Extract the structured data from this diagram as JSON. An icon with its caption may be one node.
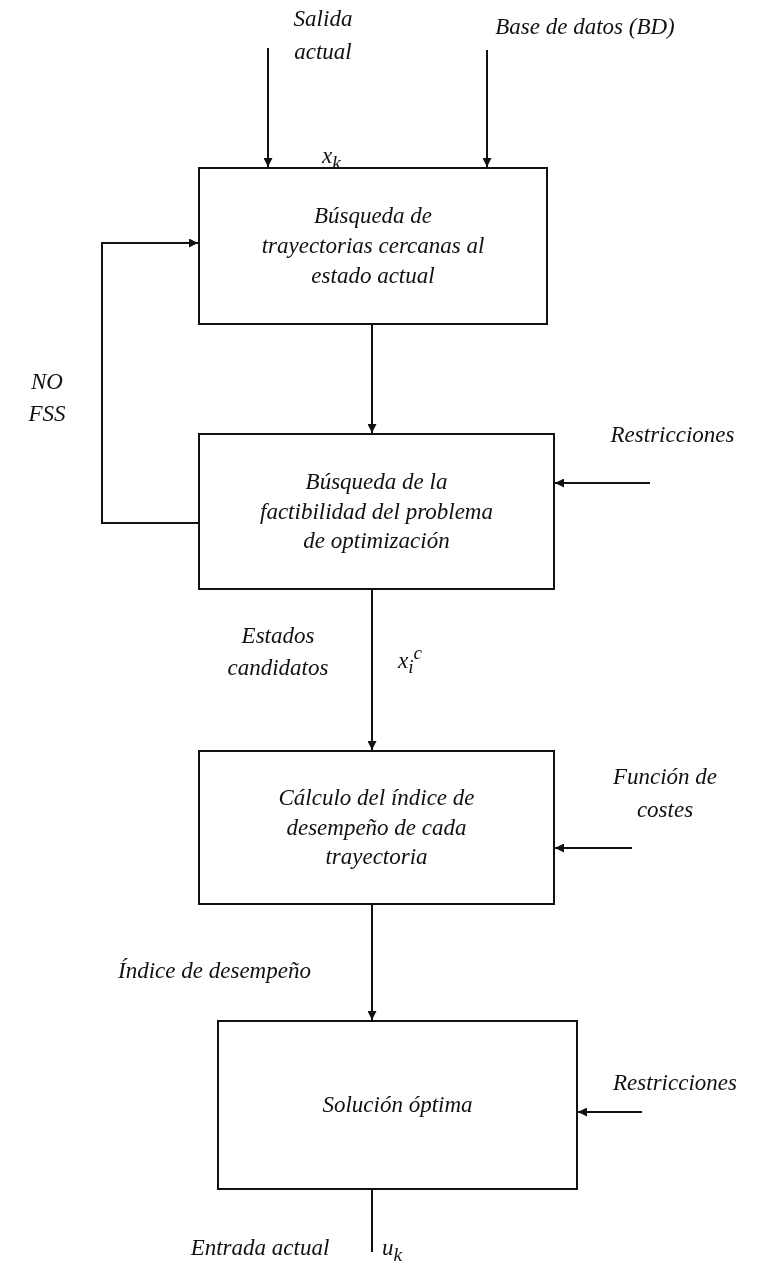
{
  "diagram": {
    "nodes": [
      {
        "text": [
          "Búsqueda de trayectorias cercanas al estado actual"
        ]
      },
      {
        "text": [
          "Búsqueda de la factibilidad del problema de optimización"
        ]
      },
      {
        "text": [
          "Cálculo del índice de desempeño de cada trayectoria"
        ]
      },
      {
        "text": [
          "Solución óptima"
        ]
      },
      {
        "text": [
          "Salida actual"
        ]
      },
      {
        "text": [
          "Base de datos (BD)"
        ]
      },
      {
        "text": [
          "Restricciones"
        ]
      },
      {
        "text": [
          "Función de costes"
        ]
      },
      {
        "text": [
          "Restricciones"
        ]
      }
    ],
    "edges": [
      {
        "from": 4,
        "to": 0,
        "arrow": "to",
        "label": "x$_{k}$"
      },
      {
        "from": 5,
        "to": 0,
        "arrow": "to"
      },
      {
        "from": 0,
        "to": 1,
        "arrow": "to"
      },
      {
        "from": 1,
        "to": 0,
        "arrow": "to",
        "label": "NO FSS"
      },
      {
        "from": 6,
        "to": 1,
        "arrow": "to"
      },
      {
        "from": 1,
        "to": 2,
        "arrow": "to",
        "label": "x$_{i}$$^{c}$"
      },
      {
        "from": 7,
        "to": 2,
        "arrow": "to"
      },
      {
        "from": 2,
        "to": 3,
        "arrow": "to"
      },
      {
        "from": 8,
        "to": 3,
        "arrow": "to"
      },
      {
        "from": 3,
        "to": null,
        "arrow": "none",
        "label": "u$_{k}$"
      }
    ],
    "labels": [
      "Estados candidatos",
      "Índice de desempeño",
      "Entrada actual"
    ]
  }
}
